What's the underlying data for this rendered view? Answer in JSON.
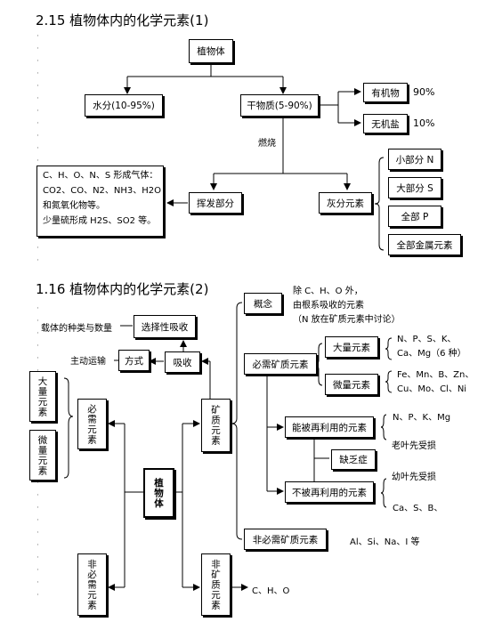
{
  "section1": {
    "title": "2.15 植物体内的化学元素(1)",
    "plant": "植物体",
    "water": "水分(10-95%)",
    "dry": "干物质(5-90%)",
    "organic": "有机物",
    "organic_pct": "90%",
    "inorganic": "无机盐",
    "inorganic_pct": "10%",
    "burn": "燃烧",
    "volatile": "挥发部分",
    "ash": "灰分元素",
    "gas_lines": [
      "C、H、O、N、S 形成气体：",
      "CO2、CO、N2、NH3、H2O",
      "和氮氧化物等。",
      "少量硫形成 H2S、SO2 等。"
    ],
    "ash_items": [
      "小部分 N",
      "大部分 S",
      "全部 P",
      "全部金属元素"
    ]
  },
  "section2": {
    "title": "1.16 植物体内的化学元素(2)",
    "concept": "概念",
    "concept_lines": [
      "除 C、H、O 外，",
      "由根系吸收的元素",
      "（N 放在矿质元素中讨论）"
    ],
    "carrier_label": "载体的种类与数量",
    "selective": "选择性吸收",
    "active_label": "主动运输",
    "mode": "方式",
    "absorb": "吸收",
    "essential_mineral": "必需矿质元素",
    "macro": "大量元素",
    "macro_list": [
      "N、P、S、K、",
      "Ca、Mg（6 种）"
    ],
    "micro": "微量元素",
    "micro_list": [
      "Fe、Mn、B、Zn、",
      "Cu、Mo、Cl、Ni"
    ],
    "left_macro": "大量元素",
    "left_micro": "微量元素",
    "essential": "必需元素",
    "mineral": "矿质元素",
    "plant": "植物体",
    "reusable": "能被再利用的元素",
    "reusable_list": "N、P、K、Mg",
    "old_first": "老叶先受损",
    "deficient": "缺乏症",
    "young_first": "幼叶先受损",
    "not_reusable": "不被再利用的元素",
    "not_reusable_list": "Ca、S、B、",
    "non_essential_mineral": "非必需矿质元素",
    "non_essential_mineral_list": "Al、Si、Na、I 等",
    "non_essential": "非必需元素",
    "non_mineral": "非矿质元素",
    "non_mineral_list": "C、H、O"
  }
}
